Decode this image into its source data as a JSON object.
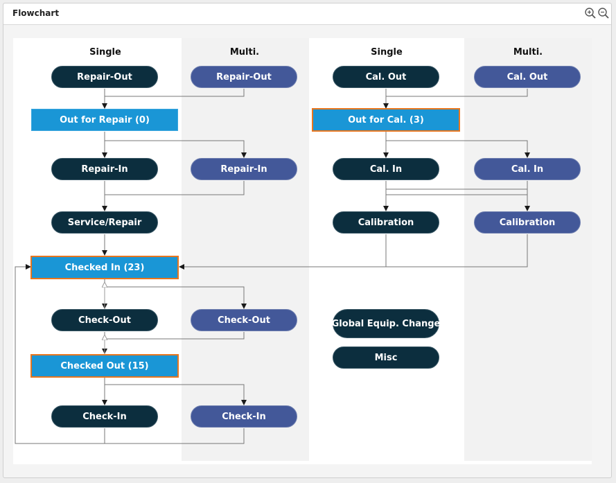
{
  "panel": {
    "title": "Flowchart"
  },
  "toolbar": {
    "zoom_in": "zoom-in-icon",
    "zoom_out": "zoom-out-icon"
  },
  "columns": [
    {
      "label": "Single"
    },
    {
      "label": "Multi."
    },
    {
      "label": "Single"
    },
    {
      "label": "Multi."
    }
  ],
  "repair": {
    "out_single": "Repair-Out",
    "out_multi": "Repair-Out",
    "out_for_repair": "Out for Repair (0)",
    "in_single": "Repair-In",
    "in_multi": "Repair-In",
    "service": "Service/Repair"
  },
  "cal": {
    "out_single": "Cal. Out",
    "out_multi": "Cal. Out",
    "out_for_cal": "Out for Cal. (3)",
    "in_single": "Cal. In",
    "in_multi": "Cal. In",
    "calibration_single": "Calibration",
    "calibration_multi": "Calibration"
  },
  "status": {
    "checked_in": "Checked In (23)",
    "checked_out": "Checked Out (15)"
  },
  "checkout": {
    "out_single": "Check-Out",
    "out_multi": "Check-Out",
    "in_single": "Check-In",
    "in_multi": "Check-In"
  },
  "misc": {
    "global_change": "Global Equip. Change",
    "misc": "Misc"
  },
  "colors": {
    "dark_node": "#0c2e3e",
    "multi_node": "#435899",
    "status_box": "#1a96d6",
    "selected_border": "#e8761e"
  }
}
